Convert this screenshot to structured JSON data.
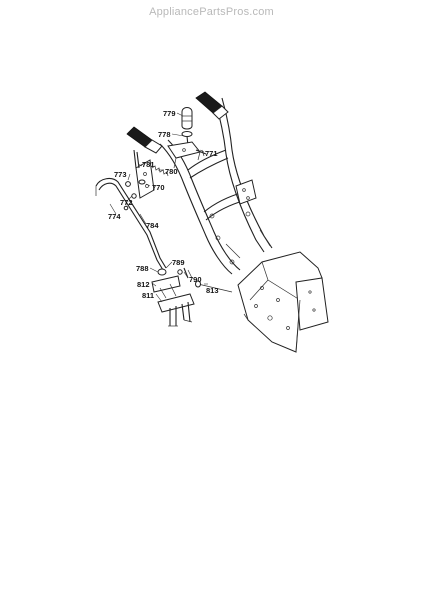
{
  "site": {
    "watermark": "AppliancePartsPros.com"
  },
  "diagram": {
    "callouts": [
      {
        "id": "c779",
        "label": "779"
      },
      {
        "id": "c778",
        "label": "778"
      },
      {
        "id": "c771",
        "label": "771"
      },
      {
        "id": "c781",
        "label": "781"
      },
      {
        "id": "c780",
        "label": "780"
      },
      {
        "id": "c773",
        "label": "773"
      },
      {
        "id": "c770",
        "label": "770"
      },
      {
        "id": "c772",
        "label": "772"
      },
      {
        "id": "c774",
        "label": "774"
      },
      {
        "id": "c784",
        "label": "784"
      },
      {
        "id": "c789",
        "label": "789"
      },
      {
        "id": "c788",
        "label": "788"
      },
      {
        "id": "c790",
        "label": "790"
      },
      {
        "id": "c812",
        "label": "812"
      },
      {
        "id": "c813",
        "label": "813"
      },
      {
        "id": "c811",
        "label": "811"
      }
    ]
  }
}
